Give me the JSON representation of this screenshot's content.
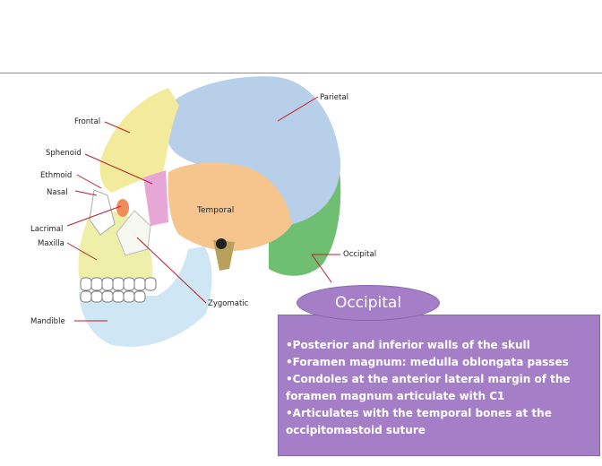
{
  "labels": {
    "parietal": "Parietal",
    "frontal": "Frontal",
    "sphenoid": "Sphenoid",
    "ethmoid": "Ethmoid",
    "nasal": "Nasal",
    "lacrimal": "Lacrimal",
    "maxilla": "Maxilla",
    "temporal": "Temporal",
    "occipital": "Occipital",
    "zygomatic": "Zygomatic",
    "mandible": "Mandible"
  },
  "callout": {
    "title": "Occipital",
    "bullets": [
      "Posterior and inferior walls  of the skull",
      "Foramen magnum: medulla oblongata  passes",
      "Condoles at the anterior lateral margin of the foramen magnum articulate with C1",
      "Articulates with the temporal bones at the occipitomastoid suture"
    ]
  },
  "colors": {
    "frontal": "#f3eb9c",
    "parietal": "#b7cfe9",
    "temporal": "#f6c58e",
    "occipital": "#6fbf73",
    "sphenoid": "#e6a6d6",
    "maxilla": "#eef0a9",
    "mandible": "#cfe6f5",
    "zygomatic": "#f7f7f2",
    "callout": "#a47ec7",
    "leader": "#c01c28"
  }
}
